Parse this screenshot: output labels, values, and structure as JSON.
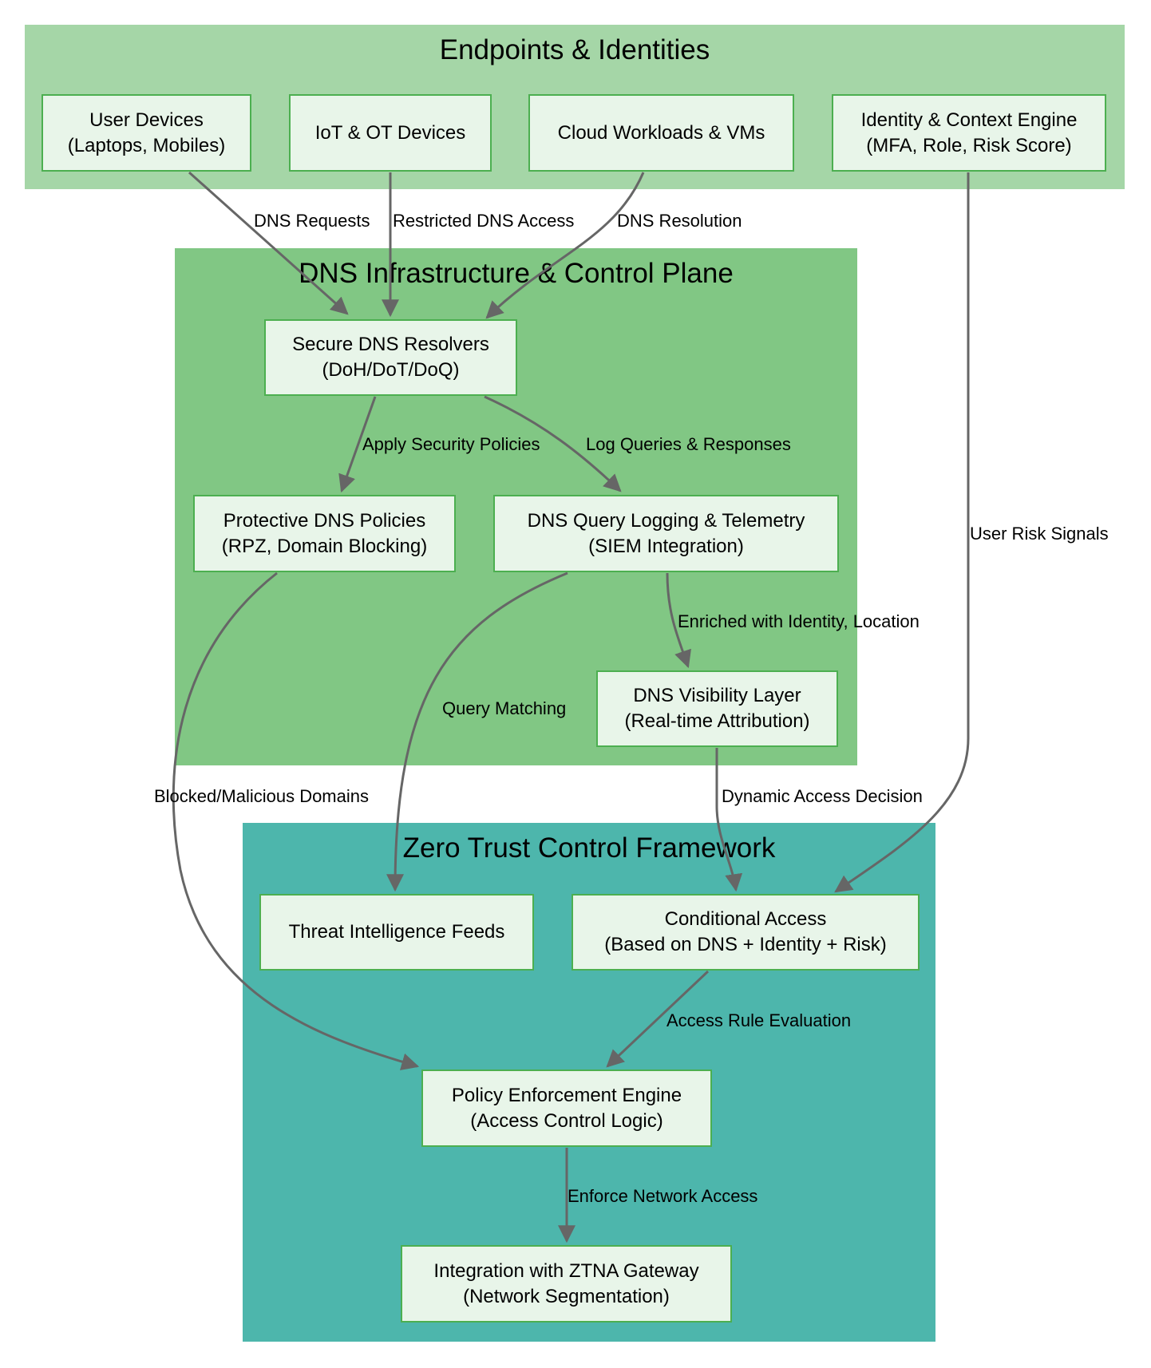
{
  "colors": {
    "cluster_endpoints": "#a5d6a7",
    "cluster_dns": "#81c784",
    "cluster_zerotrust": "#4db6ac",
    "node_fill": "#e8f5e9",
    "node_border": "#4caf50",
    "edge": "#666666"
  },
  "clusters": {
    "endpoints": {
      "title": "Endpoints & Identities"
    },
    "dns": {
      "title": "DNS Infrastructure & Control Plane"
    },
    "zerotrust": {
      "title": "Zero Trust Control Framework"
    }
  },
  "nodes": {
    "user_devices": {
      "line1": "User Devices",
      "line2": "(Laptops, Mobiles)"
    },
    "iot_devices": {
      "line1": "IoT & OT Devices"
    },
    "cloud_workloads": {
      "line1": "Cloud Workloads & VMs"
    },
    "identity_engine": {
      "line1": "Identity & Context Engine",
      "line2": "(MFA, Role, Risk Score)"
    },
    "secure_resolvers": {
      "line1": "Secure DNS Resolvers",
      "line2": "(DoH/DoT/DoQ)"
    },
    "protective_dns": {
      "line1": "Protective DNS Policies",
      "line2": "(RPZ, Domain Blocking)"
    },
    "query_logging": {
      "line1": "DNS Query Logging & Telemetry",
      "line2": "(SIEM Integration)"
    },
    "visibility_layer": {
      "line1": "DNS Visibility Layer",
      "line2": "(Real-time Attribution)"
    },
    "threat_intel": {
      "line1": "Threat Intelligence Feeds"
    },
    "conditional_access": {
      "line1": "Conditional Access",
      "line2": "(Based on DNS + Identity + Risk)"
    },
    "policy_engine": {
      "line1": "Policy Enforcement Engine",
      "line2": "(Access Control Logic)"
    },
    "ztna_gateway": {
      "line1": "Integration with ZTNA Gateway",
      "line2": "(Network Segmentation)"
    }
  },
  "edges": {
    "dns_requests": "DNS Requests",
    "restricted_dns": "Restricted DNS Access",
    "dns_resolution": "DNS Resolution",
    "user_risk": "User Risk Signals",
    "apply_policies": "Apply Security Policies",
    "log_queries": "Log Queries & Responses",
    "enriched": "Enriched with Identity, Location",
    "query_matching": "Query Matching",
    "blocked_domains": "Blocked/Malicious Domains",
    "dynamic_access": "Dynamic Access Decision",
    "access_rule": "Access Rule Evaluation",
    "enforce_network": "Enforce Network Access"
  }
}
